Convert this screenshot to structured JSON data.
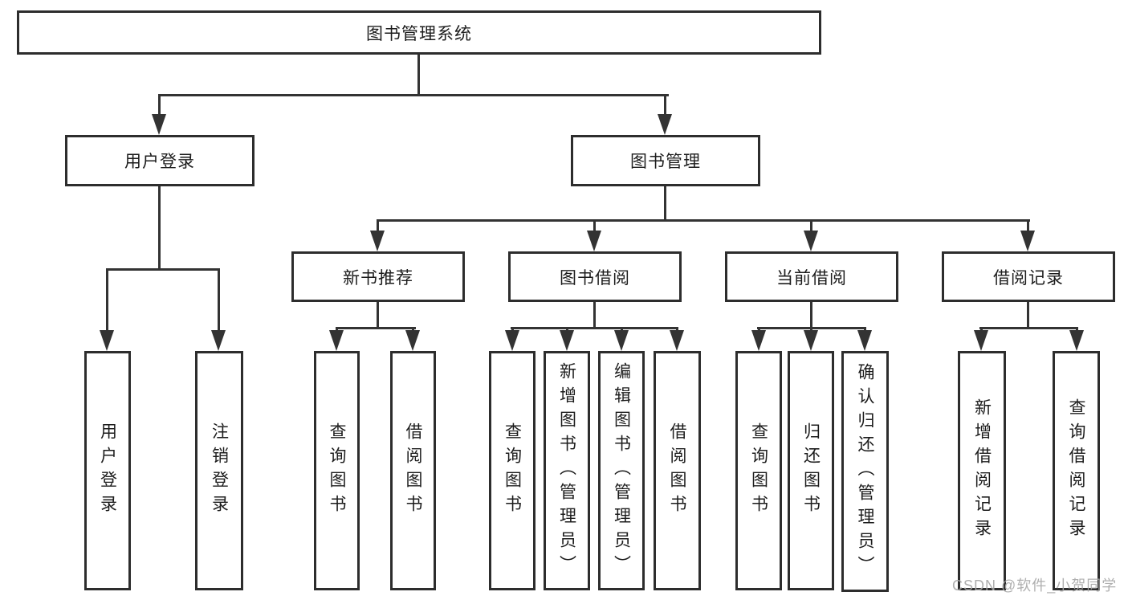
{
  "nodes": {
    "root": {
      "label": "图书管理系统"
    },
    "user_login": {
      "label": "用户登录"
    },
    "book_management": {
      "label": "图书管理"
    },
    "new_book_recommend": {
      "label": "新书推荐"
    },
    "book_borrow": {
      "label": "图书借阅"
    },
    "current_borrow": {
      "label": "当前借阅"
    },
    "borrow_records": {
      "label": "借阅记录"
    },
    "leaf_user_login": {
      "label": "用户登录"
    },
    "leaf_logout": {
      "label": "注销登录"
    },
    "leaf_query_books_a": {
      "label": "查询图书"
    },
    "leaf_borrow_books_a": {
      "label": "借阅图书"
    },
    "leaf_query_books_b": {
      "label": "查询图书"
    },
    "leaf_add_books": {
      "label": "新增图书（管理员）"
    },
    "leaf_edit_books": {
      "label": "编辑图书（管理员）"
    },
    "leaf_borrow_books_b": {
      "label": "借阅图书"
    },
    "leaf_query_books_c": {
      "label": "查询图书"
    },
    "leaf_return_books": {
      "label": "归还图书"
    },
    "leaf_confirm_return": {
      "label": "确认归还（管理员）"
    },
    "leaf_add_borrow_record": {
      "label": "新增借阅记录"
    },
    "leaf_query_borrow_record": {
      "label": "查询借阅记录"
    }
  },
  "tree": {
    "图书管理系统": {
      "用户登录": [
        "用户登录",
        "注销登录"
      ],
      "图书管理": {
        "新书推荐": [
          "查询图书",
          "借阅图书"
        ],
        "图书借阅": [
          "查询图书",
          "新增图书（管理员）",
          "编辑图书（管理员）",
          "借阅图书"
        ],
        "当前借阅": [
          "查询图书",
          "归还图书",
          "确认归还（管理员）"
        ],
        "借阅记录": [
          "新增借阅记录",
          "查询借阅记录"
        ]
      }
    }
  },
  "watermark": {
    "text": "CSDN @软件_小贺同学"
  },
  "colors": {
    "background": "#ffffff",
    "box_border": "#2d2d2d",
    "connector_line": "#333333",
    "text": "#1c1c1c",
    "watermark_text": "#a8a8a8"
  }
}
